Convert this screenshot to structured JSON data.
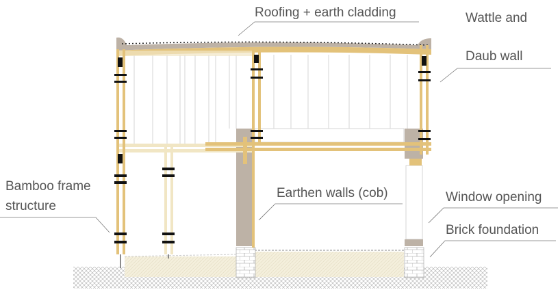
{
  "labels": {
    "roofing": "Roofing + earth cladding",
    "wattle_line1": "Wattle and",
    "wattle_line2": "Daub wall",
    "bamboo_line1": "Bamboo frame",
    "bamboo_line2": "structure",
    "earthen": "Earthen walls (cob)",
    "window": "Window opening",
    "brick": "Brick foundation"
  },
  "colors": {
    "bamboo": "#e3c27a",
    "bamboo_light": "#f1e6c4",
    "cob": "#bdb2a6",
    "ground_hatch": "#999999",
    "fill_sand": "#f3eedb",
    "text": "#555555"
  }
}
